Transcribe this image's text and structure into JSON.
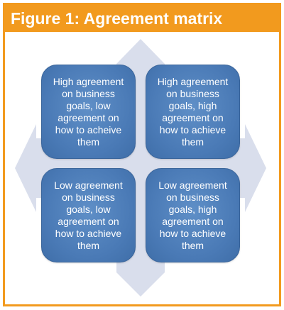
{
  "title": "Figure 1: Agreement matrix",
  "colors": {
    "accent": "#f29a1e",
    "box_fill": "#4f7fbb",
    "arrow_fill": "#d9deec"
  },
  "quadrants": [
    {
      "text": "High agreement on business goals, low agreement on how to acheive them"
    },
    {
      "text": "High agreement on business goals, high agreement on how to achieve them"
    },
    {
      "text": "Low agreement on business goals, low agreement on how to achieve them"
    },
    {
      "text": "Low agreement on business goals, high agreement on how to achieve them"
    }
  ]
}
